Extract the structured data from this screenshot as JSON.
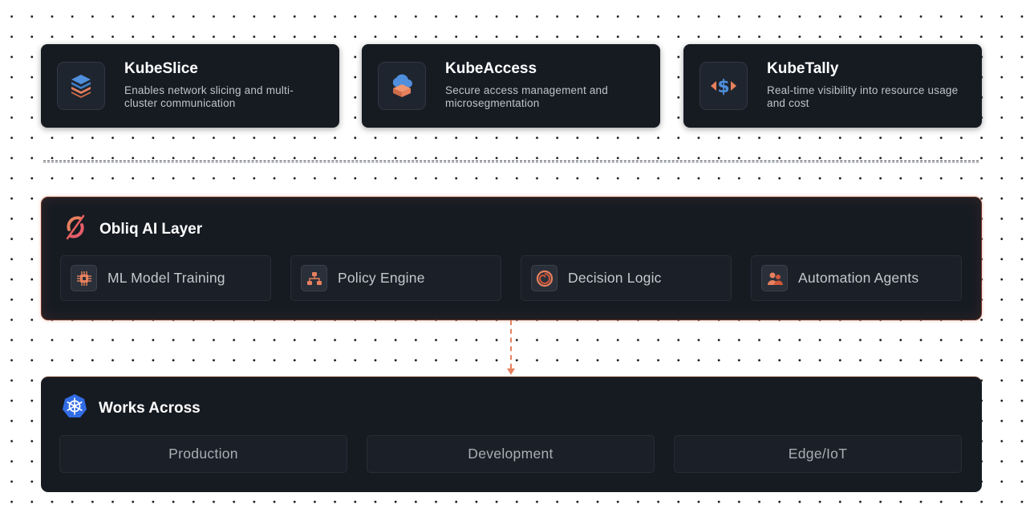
{
  "products": [
    {
      "title": "KubeSlice",
      "description": "Enables network slicing and multi-cluster communication",
      "icon": "layers-icon"
    },
    {
      "title": "KubeAccess",
      "description": "Secure access management and microsegmentation",
      "icon": "cloud-box-icon"
    },
    {
      "title": "KubeTally",
      "description": "Real-time visibility into resource usage and cost",
      "icon": "dollar-icon"
    }
  ],
  "ai_layer": {
    "title": "Obliq AI Layer",
    "icon": "obliq-logo-icon",
    "modules": [
      {
        "label": "ML Model Training",
        "icon": "chip-icon"
      },
      {
        "label": "Policy Engine",
        "icon": "hierarchy-icon"
      },
      {
        "label": "Decision Logic",
        "icon": "spiral-icon"
      },
      {
        "label": "Automation Agents",
        "icon": "users-icon"
      }
    ]
  },
  "works_across": {
    "title": "Works Across",
    "icon": "kubernetes-icon",
    "environments": [
      "Production",
      "Development",
      "Edge/IoT"
    ]
  },
  "colors": {
    "card_bg": "#161b22",
    "accent_orange": "#e8805e",
    "accent_blue": "#4a90d9",
    "text_primary": "#ffffff",
    "text_secondary": "#bfc3c9"
  }
}
